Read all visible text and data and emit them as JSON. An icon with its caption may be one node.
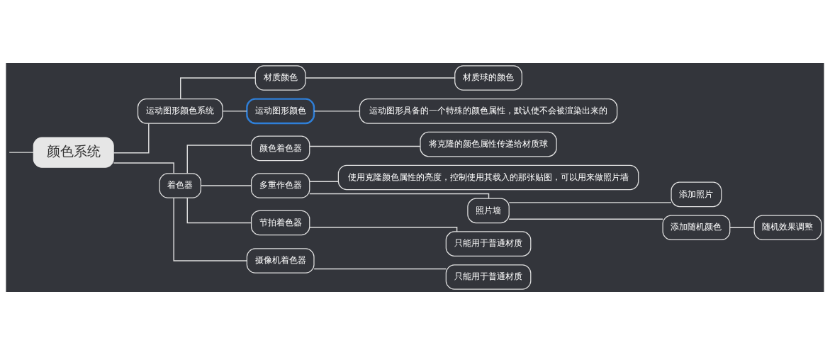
{
  "diagram": {
    "nodes": [
      {
        "text": [
          "颜色系统"
        ]
      },
      {
        "text": [
          "运动图形颜色系统"
        ]
      },
      {
        "text": [
          "材质颜色"
        ]
      },
      {
        "text": [
          "材质球的颜色"
        ]
      },
      {
        "text": [
          "运动图形颜色"
        ]
      },
      {
        "text": [
          "运动图形具备的一个特殊的颜色属性，默认使不会被渲染出来的"
        ]
      },
      {
        "text": [
          "着色器"
        ]
      },
      {
        "text": [
          "颜色着色器"
        ]
      },
      {
        "text": [
          "将克隆的颜色属性传递给材质球"
        ]
      },
      {
        "text": [
          "多重作色器"
        ]
      },
      {
        "text": [
          "使用克隆颜色属性的亮度，控制使用其载入的那张贴图，可以用来做照片墙"
        ]
      },
      {
        "text": [
          "照片墙"
        ]
      },
      {
        "text": [
          "添加照片"
        ]
      },
      {
        "text": [
          "添加随机颜色"
        ]
      },
      {
        "text": [
          "随机效果调整"
        ]
      },
      {
        "text": [
          "节拍着色器"
        ]
      },
      {
        "text": [
          "只能用于普通材质"
        ]
      },
      {
        "text": [
          "摄像机着色器"
        ]
      },
      {
        "text": [
          "只能用于普通材质"
        ]
      }
    ],
    "edges": [
      {
        "from": null,
        "to": 0,
        "arrow": "none"
      },
      {
        "from": 0,
        "to": 1,
        "arrow": "none"
      },
      {
        "from": 1,
        "to": 2,
        "arrow": "none"
      },
      {
        "from": 2,
        "to": 3,
        "arrow": "none"
      },
      {
        "from": 1,
        "to": 4,
        "arrow": "none"
      },
      {
        "from": 4,
        "to": 5,
        "arrow": "none"
      },
      {
        "from": 0,
        "to": 6,
        "arrow": "none"
      },
      {
        "from": 6,
        "to": 7,
        "arrow": "none"
      },
      {
        "from": 7,
        "to": 8,
        "arrow": "none"
      },
      {
        "from": 6,
        "to": 9,
        "arrow": "none"
      },
      {
        "from": 9,
        "to": 10,
        "arrow": "none"
      },
      {
        "from": 9,
        "to": 11,
        "arrow": "none"
      },
      {
        "from": 11,
        "to": 12,
        "arrow": "none"
      },
      {
        "from": 11,
        "to": 13,
        "arrow": "none"
      },
      {
        "from": 13,
        "to": 14,
        "arrow": "none"
      },
      {
        "from": 6,
        "to": 15,
        "arrow": "none"
      },
      {
        "from": 15,
        "to": 16,
        "arrow": "none"
      },
      {
        "from": 6,
        "to": 17,
        "arrow": "none"
      },
      {
        "from": 17,
        "to": 18,
        "arrow": "none"
      }
    ]
  }
}
